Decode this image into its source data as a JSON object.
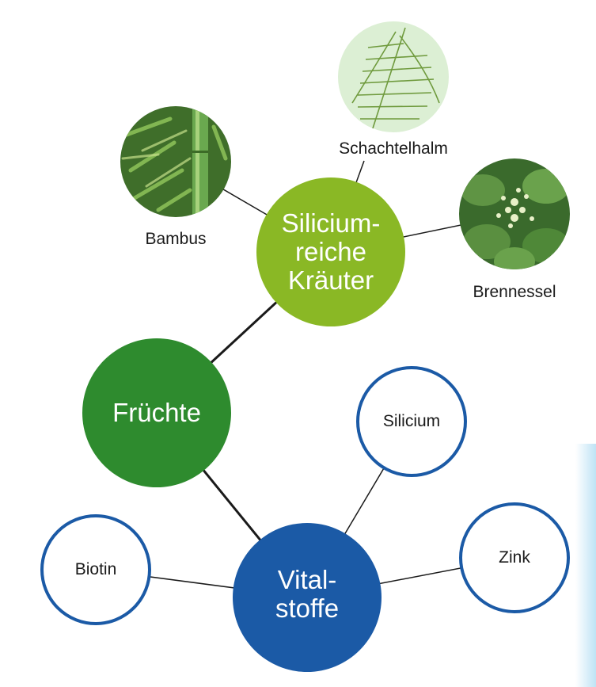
{
  "colors": {
    "herbs_green": "#8ab825",
    "fruits_green": "#2e8b2e",
    "vital_blue": "#1b5aa6",
    "outline_blue": "#1b5aa6",
    "connector": "#1a1a1a"
  },
  "hubs": {
    "herbs_line1": "Silicium-",
    "herbs_line2": "reiche",
    "herbs_line3": "Kräuter",
    "fruits": "Früchte",
    "vital_line1": "Vital-",
    "vital_line2": "stoffe"
  },
  "plants": {
    "bamboo": "Bambus",
    "horsetail": "Schachtelhalm",
    "nettle": "Brennessel"
  },
  "nutrients": {
    "silicium": "Silicium",
    "zinc": "Zink",
    "biotin": "Biotin"
  }
}
